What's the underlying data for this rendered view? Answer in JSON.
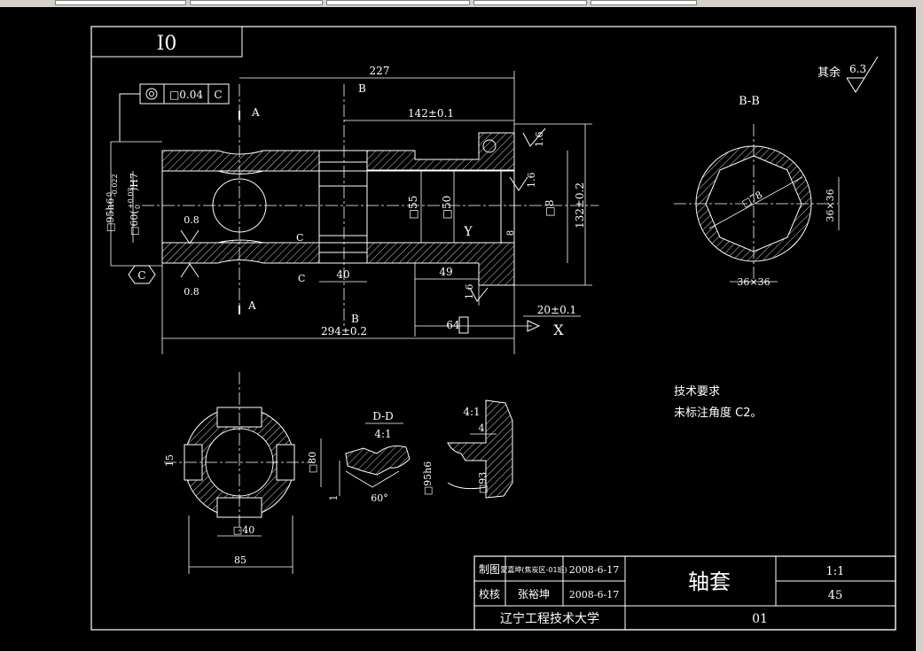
{
  "window": {
    "toolbar_fields": [
      "",
      "",
      "",
      "",
      ""
    ]
  },
  "colors": {
    "background": "#000000",
    "lines": "#ffffff",
    "toolbar": "#d4d0c8"
  },
  "drawing": {
    "part_code": "I0",
    "roughness_note": {
      "label": "其余",
      "value": "6.3"
    },
    "tolerance_frame": {
      "symbol": "◎",
      "value": "□0.04",
      "datum": "C"
    },
    "main_view": {
      "dim_overall_length": "227",
      "dim_flange_to_end": "142±0.1",
      "dim_total": "294±0.2",
      "dim_groove": "40",
      "dim_hole_depth": "49",
      "dim_step": "64",
      "dim_offset": "20±0.1",
      "dim_inner_dia": "□55",
      "dim_bore": "□50",
      "dim_small_dia": "□8",
      "dim_outer_dia": "132±0.2",
      "dim_left_fit": "□95h6",
      "dim_left_bore": "□60(",
      "dim_tol_upper": "+0.03",
      "dim_tol_lower": "0",
      "dim_tol_fit": ")H7",
      "dim_fit_tol_upper": "0",
      "dim_fit_tol_lower": "-0.022",
      "roughness_values": [
        "1.6",
        "1.6",
        "0.8",
        "0.8",
        "1.6"
      ],
      "section_labels": [
        "A",
        "A",
        "B",
        "B",
        "C",
        "C"
      ],
      "marks": [
        "Y",
        "X",
        "8"
      ],
      "datum_c": "C"
    },
    "view_bb": {
      "title": "B-B",
      "width_dim": "36×36",
      "height_dim": "36×36",
      "dia_dim": "□78"
    },
    "view_aa": {
      "dim_15": "15",
      "dim_80": "□80",
      "dim_40": "□40",
      "dim_85": "85"
    },
    "view_dd": {
      "title": "D-D",
      "scale": "4:1",
      "angle": "60°",
      "dim_1": "1"
    },
    "view_detail": {
      "scale": "4:1",
      "dim_4": "4",
      "dim_fit": "□95h6",
      "dim_dia": "□93"
    },
    "tech_requirements": {
      "title": "技术要求",
      "line1": "未标注角度 C2。"
    }
  },
  "title_block": {
    "drawn_label": "制图",
    "drawn_name": "蒙嘉坤(焦炭区-01班)",
    "drawn_date": "2008-6-17",
    "checked_label": "校核",
    "checked_name": "张裕坤",
    "checked_date": "2008-6-17",
    "part_name": "轴套",
    "scale": "1:1",
    "material": "45",
    "school": "辽宁工程技术大学",
    "drawing_no": "01"
  }
}
